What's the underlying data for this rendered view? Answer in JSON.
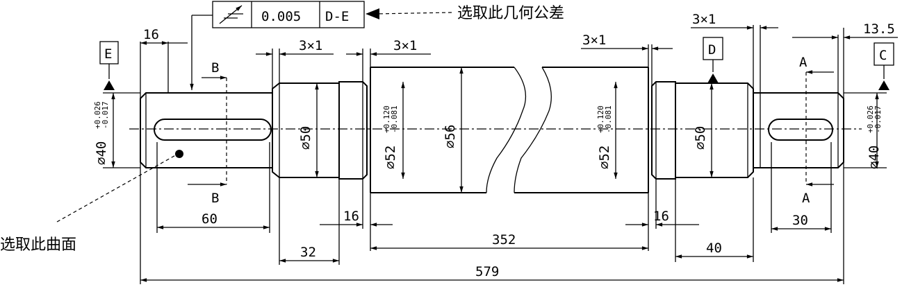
{
  "annotations": {
    "tolerance_note": "选取此几何公差",
    "surface_note": "选取此曲面"
  },
  "tolerance_frame": {
    "symbol_icon": "total-runout-icon",
    "value": "0.005",
    "datum_ref": "D-E"
  },
  "datums": {
    "e": "E",
    "d": "D",
    "c": "C"
  },
  "section_labels": {
    "b_top": "B",
    "b_bottom": "B",
    "a_top": "A",
    "a_bottom": "A"
  },
  "dimensions": {
    "key_offset": "16",
    "chamfer_left_1": "3×1",
    "chamfer_left_2": "3×1",
    "chamfer_right_1": "3×1",
    "chamfer_right_2": "3×1",
    "right_end_offset": "13.5",
    "key_length_left": "60",
    "shoulder_left": "16",
    "shoulder_right": "16",
    "section_32": "32",
    "middle_352": "352",
    "section_40": "40",
    "key_length_right": "30",
    "total_length": "579"
  },
  "diameters": {
    "left_end": "⌀40",
    "left_end_upper_tol": "+0.026",
    "left_end_lower_tol": "-0.017",
    "bearing_left": "⌀50",
    "seat_left": "⌀52",
    "seat_left_upper_tol": "+0.120",
    "seat_left_lower_tol": "-0.081",
    "middle": "⌀56",
    "seat_right": "⌀52",
    "seat_right_upper_tol": "+0.120",
    "seat_right_lower_tol": "-0.081",
    "bearing_right": "⌀50",
    "right_end": "⌀40",
    "right_end_upper_tol": "+0.026",
    "right_end_lower_tol": "-0.017"
  }
}
